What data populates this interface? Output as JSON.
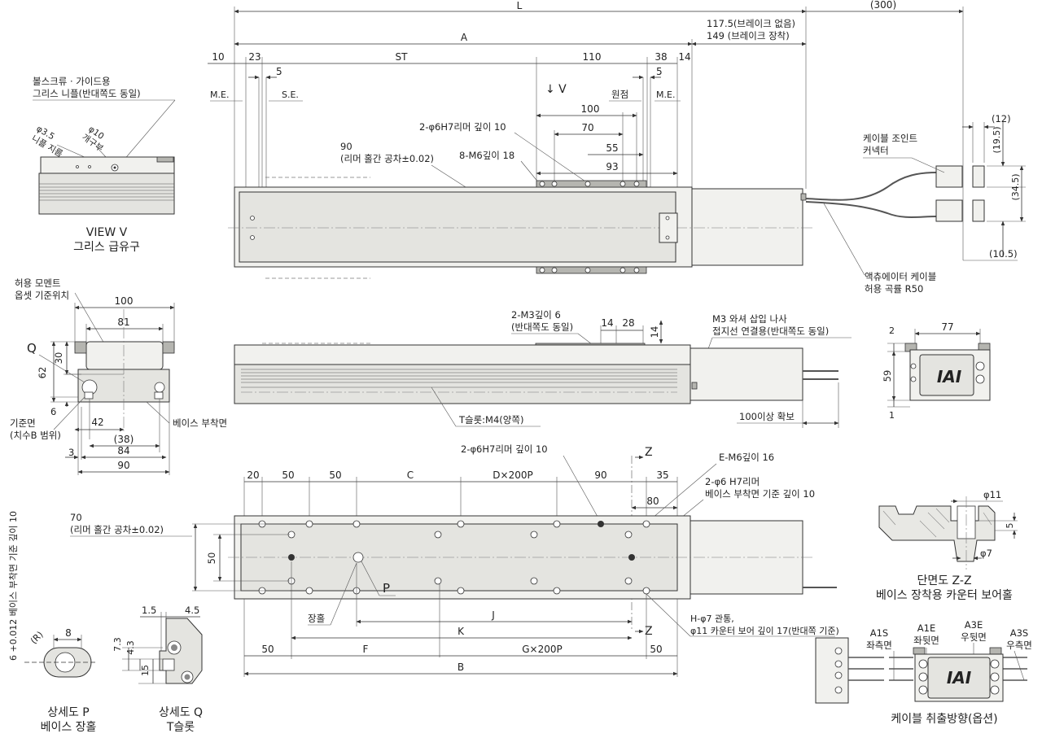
{
  "top_view": {
    "dims": {
      "L": "L",
      "A": "A",
      "brake_none": "117.5(브레이크 없음)",
      "brake_with": "149 (브레이크 장착)",
      "cable_300": "(300)",
      "d10": "10",
      "d23": "23",
      "ST": "ST",
      "d110": "110",
      "d38": "38",
      "d14": "14",
      "d5a": "5",
      "d5b": "5",
      "d100": "100",
      "d70": "70",
      "d55": "55",
      "d93": "93",
      "d12": "(12)",
      "d19_5": "(19.5)",
      "d34_5": "(34.5)",
      "d10_5": "(10.5)"
    },
    "labels": {
      "me_left": "M.E.",
      "se": "S.E.",
      "origin": "원점",
      "me_right": "M.E.",
      "view_arrow": "↓ V",
      "reamer_holes": "2-φ6H7리머 깊이 10",
      "m6_holes": "8-M6깊이 18",
      "reamer_pitch_1": "90",
      "reamer_pitch_2": "(리머 홀간 공차±0.02)",
      "cable_joint_1": "케이블 조인트",
      "cable_joint_2": "커넥터",
      "cable_bend_1": "액츄에이터 케이블",
      "cable_bend_2": "허용 곡률 R50"
    }
  },
  "view_v": {
    "note_1": "볼스크류 · 가이드용",
    "note_2": "그리스 니플(반대쪽도 동일)",
    "phi35_1": "φ3.5",
    "phi35_2": "니플 지름",
    "phi10_1": "φ10",
    "phi10_2": "개구부",
    "title_1": "VIEW V",
    "title_2": "그리스 급유구"
  },
  "end_view": {
    "moment_1": "허용 모멘트",
    "moment_2": "옵셋 기준위치",
    "Q": "Q",
    "d100": "100",
    "d81": "81",
    "d30": "30",
    "d62": "62",
    "d6": "6",
    "d42": "42",
    "d38": "(38)",
    "d3": "3",
    "d84": "84",
    "d90": "90",
    "ref_1": "기준면",
    "ref_2": "(치수B 범위)",
    "base_mount": "베이스 부착면"
  },
  "side_view": {
    "m3_1": "2-M3깊이 6",
    "m3_2": "(반대쪽도 동일)",
    "d14a": "14",
    "d28": "28",
    "d14b": "14",
    "washer_1": "M3 와셔 삽입 나사",
    "washer_2": "접지선 연결용(반대쪽도 동일)",
    "tslot": "T슬롯:M4(양쪽)",
    "clearance": "100이상 확보"
  },
  "right_end_view": {
    "d77": "77",
    "d2": "2",
    "d59": "59",
    "d1": "1",
    "logo": "IAI"
  },
  "bottom_view": {
    "d20": "20",
    "d50a": "50",
    "d50b": "50",
    "C": "C",
    "Dx200P": "D×200P",
    "d90": "90",
    "d35": "35",
    "d80": "80",
    "reamer_1": "2-φ6H7리머 깊이 10",
    "m6": "E-M6깊이 16",
    "reamer_base_1": "2-φ6 H7리머",
    "reamer_base_2": "베이스 부착면 기준 깊이 10",
    "tol_1": "70",
    "tol_2": "(리머 홀간 공차±0.02)",
    "d50v": "50",
    "Z1": "Z",
    "Z2": "Z",
    "P": "P",
    "slot_hole": "장홀",
    "J": "J",
    "K": "K",
    "d50c": "50",
    "F": "F",
    "Gx200P": "G×200P",
    "d50d": "50",
    "B": "B",
    "through_1": "H-φ7 관통,",
    "through_2": "φ11 카운터 보어 깊이 17(반대쪽 기준)"
  },
  "section_zz": {
    "phi11": "φ11",
    "d5": "5",
    "phi7": "φ7",
    "title_1": "단면도 Z-Z",
    "title_2": "베이스 장착용 카운터 보어홀"
  },
  "detail_p": {
    "vertical_label": "6 +0.012 베이스 부착면 기준 깊이 10",
    "R": "(R)",
    "d8": "8",
    "title_1": "상세도 P",
    "title_2": "베이스 장홀"
  },
  "detail_q": {
    "d1_5": "1.5",
    "d4_5": "4.5",
    "d7_3": "7.3",
    "d4_3": "4.3",
    "d15": "15",
    "title_1": "상세도 Q",
    "title_2": "T슬롯"
  },
  "cable_options": {
    "a1s_1": "A1S",
    "a1s_2": "좌측면",
    "a1e_1": "A1E",
    "a1e_2": "좌뒷면",
    "a3e_1": "A3E",
    "a3e_2": "우뒷면",
    "a3s_1": "A3S",
    "a3s_2": "우측면",
    "logo": "IAI",
    "title": "케이블 취출방향(옵션)"
  }
}
